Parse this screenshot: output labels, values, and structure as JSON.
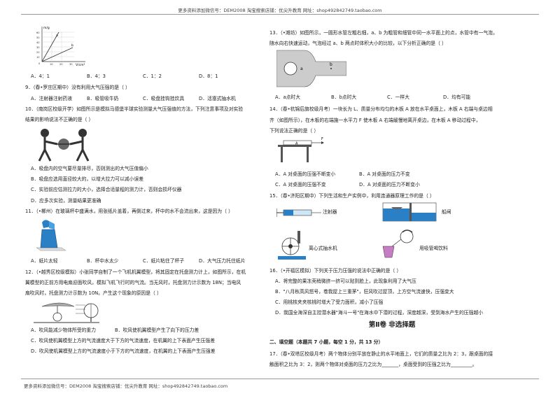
{
  "header": {
    "text": "更多资料添加微信号：DEM2008    淘宝搜索店铺：优尖升教育  网址：shop492842749.taobao.com"
  },
  "footer": {
    "text": "更多资料添加微信号：DEM2008    淘宝搜索店铺：优尖升教育  网址：shop492842749.taobao.com"
  },
  "left": {
    "graph": {
      "ylabel": "m/g",
      "xlabel": "V/cm³",
      "label_a": "a",
      "label_b": "b",
      "yticks": [
        "60",
        "50",
        "40",
        "30",
        "20",
        "10",
        "0"
      ],
      "xticks": [
        "10",
        "20",
        "30"
      ]
    },
    "q8_opts": [
      "A．4：1",
      "B．4：3",
      "C．1：2",
      "D．8：1"
    ],
    "q9": {
      "stem": "9．（春•罗庄区期中）没有利用大气压强的是（     ）",
      "opts": [
        "A．注射器注射药液",
        "B．吸管吸牛奶",
        "C．吸盘挂钩挂炊具",
        "D．活塞式抽水机"
      ]
    },
    "q10": {
      "l1": "10．（南岗区校级开学）如图所示是模拟马德堡半球实验测量大气压强值的方法，下列注意事项及对实验",
      "l2": "结果的影响说法不正确的是（     ）",
      "A": "A．吸盘内的空气要尽量排尽，否则测出的大气压值偏小",
      "B": "B．吸盘应选用直径较大的，以增大拉力可以减小误差",
      "C": "C．实验前应估测拉力的大小，选择合适量程的测力计，否则会损坏仪器",
      "D": "D．应多次实验，测量结果更准确"
    },
    "q11": {
      "stem": "11．（•郴州）在玻璃杯中盛满水，用张纸片盖着，再倒过来，杯中的水不会流出来，这是因为（     ）",
      "opts": [
        "A．纸片太轻",
        "B．杯中水太少",
        "C．纸片粘住了杯子",
        "D．大气压力托住纸片"
      ]
    },
    "q12": {
      "l1": "12．（•越秀区校级模拟）小张同学自制了一个飞机机翼模型，将其固定在托盘测力计上，如图所示，在机",
      "l2": "翼模型的正前方用电扇迎面吹风，模拟飞机飞行时的气流。当无风时，托盘测力计示数为 18N；当电风",
      "l3": "扇吹风时，托盘测力计示数为 10N。产生这个现象的原因是（     ）",
      "A": "A．吹风能减少物体所受的重力",
      "B": "B．吹风使机翼模型产生了向下的压力差",
      "C": "C．吹风使机翼模型上方的气流速度大于下方的气流速度，在机翼的上下表面产生压强差",
      "D": "D．吹风使机翼模型上方的气流速度小于下方的气流速度，在机翼的上下表面产生压强差"
    }
  },
  "right": {
    "q13": {
      "l1": "13．（•潍坊）如图所示，一圆形水管左粗右细，a、b 为粗管和细管中同一水平面上的点，水管中有一气泡，",
      "l2": "随水向右快速运动，气泡经过 a、b 两点时体积大小的比较，以下分析正确的是（     ）",
      "label_a": "a",
      "label_b": "b",
      "opts": [
        "A．a点时大",
        "B．b点时大",
        "C．一样大",
        "D．均有可能"
      ]
    },
    "q14": {
      "l1": "14．（春•杭锦后旗校级月考）一块长为 L、质量分布均匀的木板 A 放在水平桌面上，木板 A 右端与桌边相",
      "l2": "齐（如图所示），在木板的右端施一水平力 F 使木板 A 右端缓慢地离开桌边，在木板 A 移动过程中，",
      "l3": "下列说法正确的是（     ）",
      "label_A": "A",
      "label_F": "F",
      "A": "A．A 对桌面的压强不断变小",
      "B": "B．A 对桌面的压力不变",
      "C": "C．A 对桌面的压强不变",
      "D": "D．A 对桌面的压力不断变小"
    },
    "q15": {
      "stem": "15．（春•济阳区期中）下列生活和生产实例中，利用连通器原理工作的是（     ）",
      "A": "注射器",
      "B": "船闸",
      "C": "离心式抽水机",
      "D": "用吸管喝饮料"
    },
    "q16": {
      "stem": "16．（•开福区模拟）下列关于压力压强的说法中正确的是（     ）",
      "A": "A．将完整的果冻壳稍微挤一挤可以贴到脸上，此现象利用了大气压",
      "B": "B．\"八月秋高风怒号，卷我屋上三重茅\"，狂风吹过屋顶，上方空气流速快，压强变大",
      "C": "C．用桃核夹夹核桃时增大了受力面积，减小了压强",
      "D": "D．我国全海深自主控潜水器\"海斗一号\"在海水中下潜的过程，深度越深，受到海水产生的压强越小"
    },
    "section_title": "第Ⅱ卷    非选择题",
    "fill_title": "二、填空题（本题共 7 小题，每空 1 分，共 13 分）",
    "q17": {
      "l1": "17．（春•双塔区校级月考）两个物体分别平放在静止的水平地面上，它们的质量之比为 2：3，跟桌面的接",
      "l2": "触面积之比为 3：2，则两个物体对桌面的压力之比为_______，桌面受到的压强之比为_________。"
    }
  }
}
